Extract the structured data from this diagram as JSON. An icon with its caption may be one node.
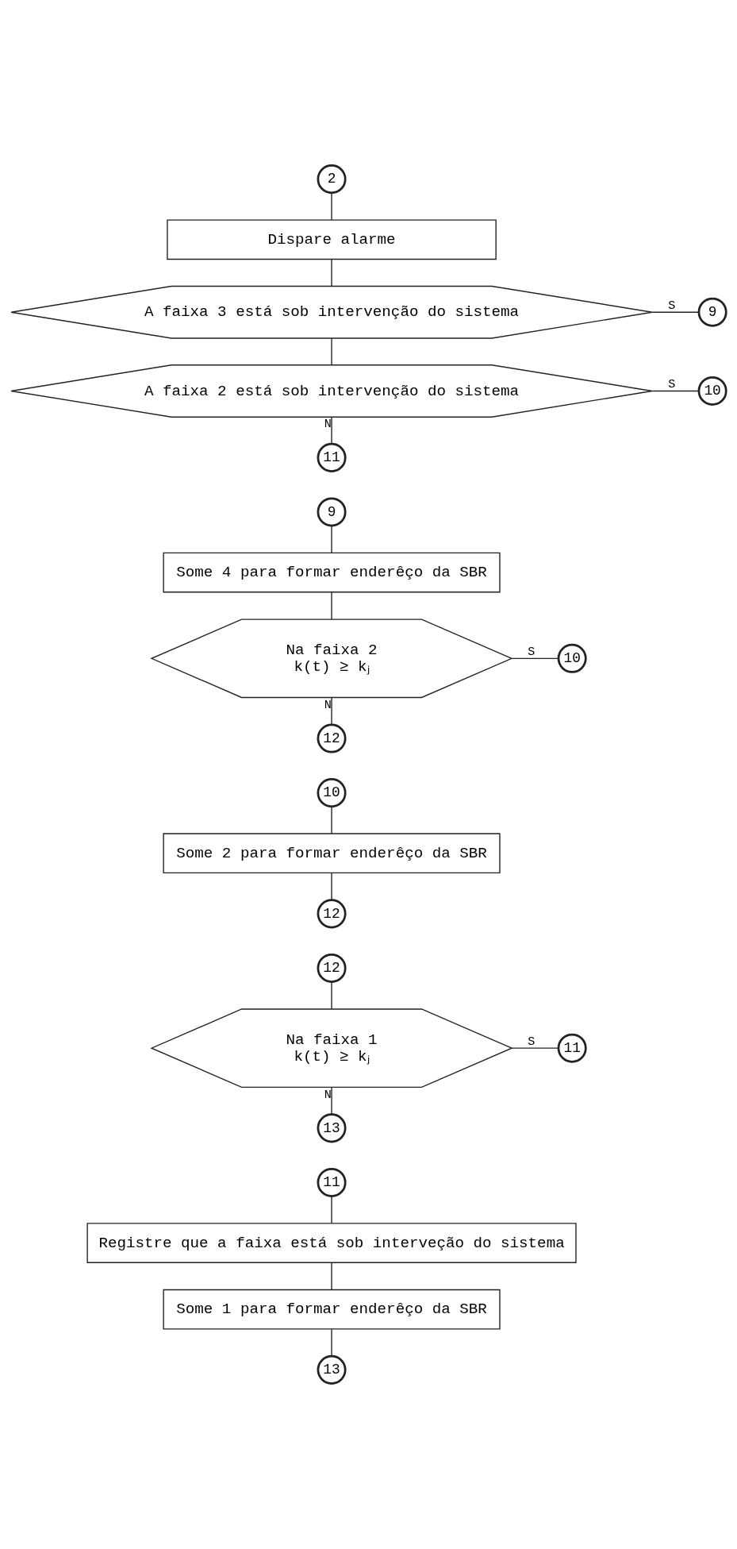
{
  "diagram": {
    "nodes": [
      {
        "text": [
          "2"
        ]
      },
      {
        "text": [
          "Dispare alarme"
        ]
      },
      {
        "text": [
          "A faixa 3 está sob intervenção do sistema"
        ]
      },
      {
        "text": [
          "9"
        ]
      },
      {
        "text": [
          "A faixa 2 está sob intervenção do sistema"
        ]
      },
      {
        "text": [
          "10"
        ]
      },
      {
        "text": [
          "11"
        ]
      },
      {
        "text": [
          "9"
        ]
      },
      {
        "text": [
          "Some 4 para formar enderêço da SBR"
        ]
      },
      {
        "text": [
          "Na faixa 2",
          "k(t) ≥ kⱼ"
        ]
      },
      {
        "text": [
          "10"
        ]
      },
      {
        "text": [
          "12"
        ]
      },
      {
        "text": [
          "10"
        ]
      },
      {
        "text": [
          "Some 2 para formar enderêço da SBR"
        ]
      },
      {
        "text": [
          "12"
        ]
      },
      {
        "text": [
          "12"
        ]
      },
      {
        "text": [
          "Na faixa 1",
          "k(t) ≥ kⱼ"
        ]
      },
      {
        "text": [
          "11"
        ]
      },
      {
        "text": [
          "13"
        ]
      },
      {
        "text": [
          "11"
        ]
      },
      {
        "text": [
          "Registre que a faixa está sob interveção do sistema"
        ]
      },
      {
        "text": [
          "Some 1 para formar enderêço da SBR"
        ]
      },
      {
        "text": [
          "13"
        ]
      }
    ],
    "edges": [
      {
        "from": 0,
        "to": 1,
        "arrow": "none"
      },
      {
        "from": 1,
        "to": 2,
        "arrow": "none"
      },
      {
        "from": 2,
        "to": 3,
        "arrow": "none",
        "label": "S"
      },
      {
        "from": 2,
        "to": 4,
        "arrow": "none"
      },
      {
        "from": 4,
        "to": 5,
        "arrow": "none",
        "label": "S"
      },
      {
        "from": 4,
        "to": 6,
        "arrow": "none",
        "label": "N"
      },
      {
        "from": 7,
        "to": 8,
        "arrow": "none"
      },
      {
        "from": 8,
        "to": 9,
        "arrow": "none"
      },
      {
        "from": 9,
        "to": 10,
        "arrow": "none",
        "label": "S"
      },
      {
        "from": 9,
        "to": 11,
        "arrow": "none",
        "label": "N"
      },
      {
        "from": 12,
        "to": 13,
        "arrow": "none"
      },
      {
        "from": 13,
        "to": 14,
        "arrow": "none"
      },
      {
        "from": 15,
        "to": 16,
        "arrow": "none"
      },
      {
        "from": 16,
        "to": 17,
        "arrow": "none",
        "label": "S"
      },
      {
        "from": 16,
        "to": 18,
        "arrow": "none",
        "label": "N"
      },
      {
        "from": 19,
        "to": 20,
        "arrow": "none"
      },
      {
        "from": 20,
        "to": 21,
        "arrow": "none"
      },
      {
        "from": 21,
        "to": 22,
        "arrow": "none"
      }
    ]
  }
}
